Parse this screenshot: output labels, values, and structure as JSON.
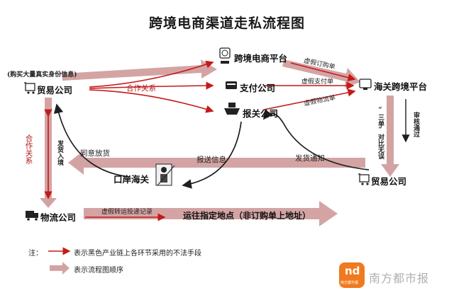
{
  "title": "跨境电商渠道走私流程图",
  "nodes": {
    "platform": "跨境电商平台",
    "payment": "支付公司",
    "customs_broker": "报关公司",
    "trade_left": "贸易公司",
    "customs_platform": "海关跨境平台",
    "trade_right": "贸易公司",
    "port_customs": "口岸海关",
    "logistics": "物流公司"
  },
  "annotations": {
    "buy_identity": "(购买大量真实身份信息)",
    "cooperation_1": "合作关系",
    "cooperation_2": "合作关系",
    "fake_order": "虚假订购单",
    "fake_payment": "虚假支付单",
    "fake_logistics": "虚假物流单",
    "three_doc_check": "“三单”对比无误",
    "review_pass": "审核通过",
    "ship_notice": "发货通知",
    "declare_info": "报送信息",
    "approve_release": "同意放货",
    "ship_entry": "发货入境",
    "fake_transfer": "虚假转运投递记录",
    "ship_dest": "运往指定地点（非订购单上地址）"
  },
  "legend": {
    "note": "注：",
    "red_arrow": "表示黑色产业链上各环节采用的不法手段",
    "flow_arrow": "表示流程图顺序"
  },
  "brand": {
    "name": "南方都市报",
    "logo_text": "nd",
    "logo_sub": "南方都市报"
  },
  "colors": {
    "flow_arrow": "#cf9a9a",
    "red_arrow": "#c41a1a",
    "dark_arrow": "#1f1f1f"
  }
}
